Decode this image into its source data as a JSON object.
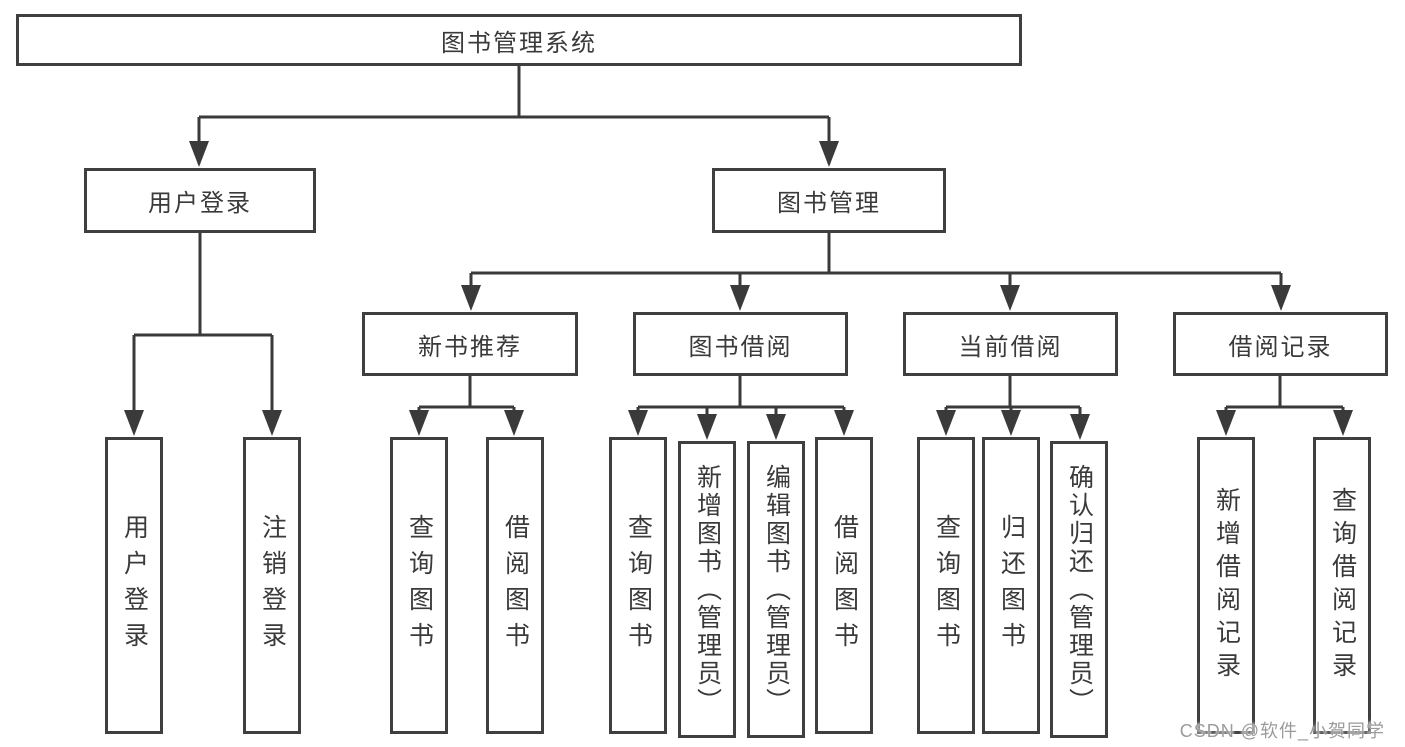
{
  "diagram": {
    "root": {
      "label": "图书管理系统"
    },
    "branches": {
      "user_login": {
        "label": "用户登录"
      },
      "book_mgmt": {
        "label": "图书管理"
      }
    },
    "modules": {
      "new_book_rec": {
        "label": "新书推荐"
      },
      "book_borrow": {
        "label": "图书借阅"
      },
      "current_borrow": {
        "label": "当前借阅"
      },
      "borrow_records": {
        "label": "借阅记录"
      }
    },
    "leaves": {
      "user_login": {
        "label": "用户登录"
      },
      "logout": {
        "label": "注销登录"
      },
      "nbr_query_books": {
        "label": "查询图书"
      },
      "nbr_borrow_books": {
        "label": "借阅图书"
      },
      "bb_query_books": {
        "label": "查询图书"
      },
      "bb_add_books": {
        "label": "新增图书（管理员）"
      },
      "bb_edit_books": {
        "label": "编辑图书（管理员）"
      },
      "bb_borrow_books": {
        "label": "借阅图书"
      },
      "cb_query_books": {
        "label": "查询图书"
      },
      "cb_return_books": {
        "label": "归还图书"
      },
      "cb_confirm_return": {
        "label": "确认归还（管理员）"
      },
      "br_add_record": {
        "label": "新增借阅记录"
      },
      "br_query_record": {
        "label": "查询借阅记录"
      }
    },
    "watermark": "CSDN @软件_小贺同学",
    "colors": {
      "line": "#3a3a3a",
      "box_border": "#3f3f3f",
      "text": "#3a3a3a",
      "watermark": "#9b9b9b",
      "background": "#ffffff"
    }
  }
}
